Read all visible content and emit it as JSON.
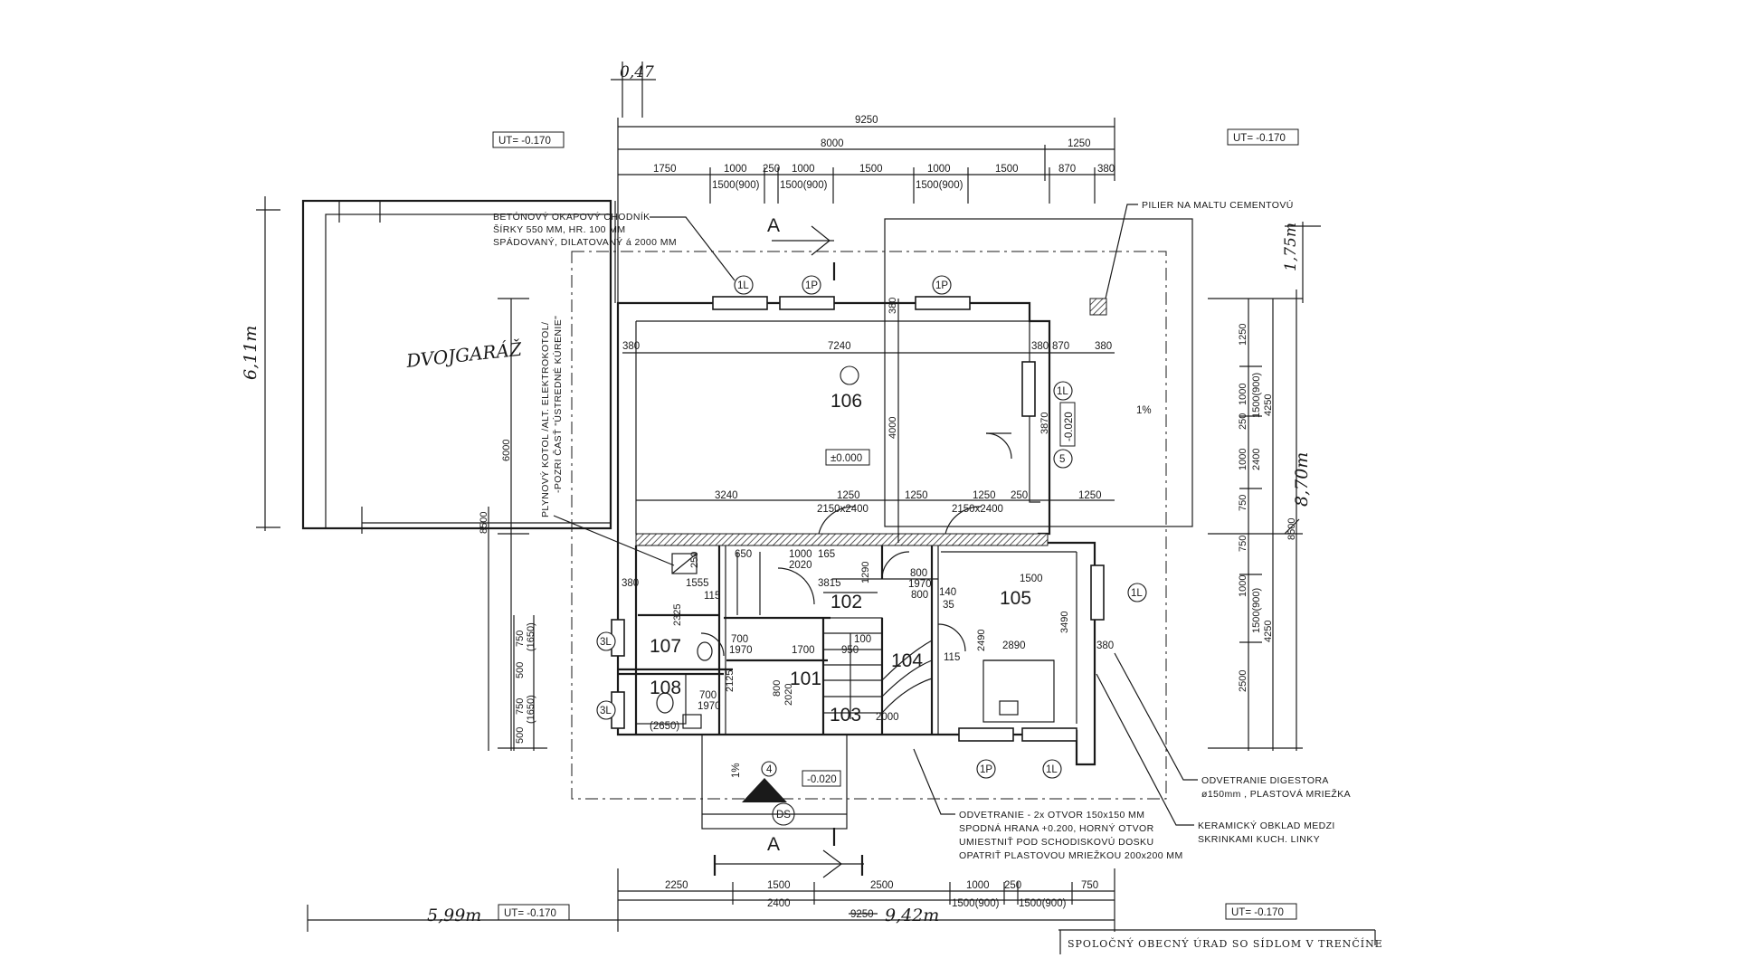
{
  "plan": {
    "levels": {
      "ut_tl": "UT= -0.170",
      "ut_tr": "UT= -0.170",
      "ut_bl": "UT= -0.170",
      "ut_br": "UT= -0.170"
    },
    "hand": {
      "d047": "0,47",
      "d611": "6,11m",
      "d175": "1,75m",
      "d870": "8,70m",
      "d599": "5,99m",
      "d942": "9,42m",
      "garage": "DVOJGARÁŽ"
    },
    "dims_top": {
      "total": "9250",
      "main": "8000",
      "right": "1250",
      "a1": "1750",
      "a2": "1000",
      "a3": "250",
      "a4": "1000",
      "a5": "1500",
      "a6": "1000",
      "a7": "1500",
      "a8": "870",
      "a9": "380",
      "w1": "1500(900)",
      "w2": "1500(900)",
      "w3": "1500(900)"
    },
    "dims_in": {
      "d380a": "380",
      "d7240": "7240",
      "d380b": "380",
      "d870": "870",
      "d380c": "380",
      "d380v": "380",
      "d4000": "4000",
      "d3870": "3870",
      "d3240": "3240",
      "d1250a": "1250",
      "d1250b": "1250",
      "d1250c": "1250",
      "d250": "250",
      "d1250d": "1250",
      "o1": "2150x2400",
      "o2": "2150x2400",
      "d650": "650",
      "d1000": "1000",
      "d165": "165",
      "d2020": "2020",
      "d250b": "250",
      "d1290": "1290",
      "d800": "800",
      "d1970": "1970",
      "d3815": "3815",
      "d115": "115",
      "d1555": "1555",
      "d380d": "380",
      "d2325": "2325",
      "d700": "700",
      "d1970b": "1970",
      "d1700": "1700",
      "d950": "950",
      "d100": "100",
      "d2125": "2125",
      "d700b": "700",
      "d1970c": "1970",
      "d2650": "(2650)",
      "d2000": "2000",
      "d800b": "800",
      "d2020b": "2020",
      "d2490": "2490",
      "d2890": "2890",
      "d1500": "1500",
      "d3490": "3490",
      "d380e": "380",
      "d115b": "115",
      "d800c": "800",
      "d140": "140",
      "d35": "35"
    },
    "dims_right": {
      "r1": "1250",
      "r2": "1000",
      "r3": "1500(900)",
      "r4": "250",
      "r5": "1000",
      "r6": "2400",
      "r7": "750",
      "r8": "750",
      "r9": "1000",
      "r10": "1500(900)",
      "r11": "2500",
      "t1": "4250",
      "t2": "4250",
      "old": "8500"
    },
    "dims_left": {
      "l1": "6000",
      "l2": "8500",
      "l3": "750",
      "l4": "(1650)",
      "l5": "500",
      "l6": "750",
      "l7": "(1650)",
      "l8": "500"
    },
    "dims_bottom": {
      "b1": "2250",
      "b2": "1500",
      "b3": "2500",
      "b4": "1000",
      "b5": "250",
      "b6": "750",
      "b7": "2400",
      "b8": "1500(900)",
      "b9": "1500(900)",
      "old": "9250"
    },
    "rooms": {
      "r106": "106",
      "r105": "105",
      "r102": "102",
      "r107": "107",
      "r101": "101",
      "r108": "108",
      "r103": "103",
      "r104": "104"
    },
    "levels_in": {
      "zero": "±0.000",
      "m020a": "-0.020",
      "m020b": "-0.020",
      "slope_a": "1%",
      "slope_b": "1%"
    },
    "tags": {
      "t1L_a": "1L",
      "t1P_a": "1P",
      "t1P_b": "1P",
      "t1L_b": "1L",
      "t5": "5",
      "t1L_c": "1L",
      "t3L_a": "3L",
      "t3L_b": "3L",
      "t1P_c": "1P",
      "t1L_d": "1L",
      "t4": "4",
      "tDS": "DS"
    },
    "section": {
      "a_top": "A",
      "a_bottom": "A"
    },
    "notes": {
      "gutter": [
        "BETÓNOVÝ OKAPOVÝ CHODNÍK",
        "ŠÍRKY 550 MM, HR. 100 MM",
        "SPÁDOVANÝ, DILATOVANÝ á 2000 MM"
      ],
      "pilier": "PILIER NA MALTU CEMENTOVÚ",
      "kotol": [
        "PLYNOVÝ KOTOL /ALT. ELEKTROKOTOL/",
        "-POZRI ČASŤ \"ÚSTREDNÉ KÚRENIE\""
      ],
      "digestor": [
        "ODVETRANIE DIGESTORA",
        "ø150mm , PLASTOVÁ MRIEŽKA"
      ],
      "obklad": [
        "KERAMICKÝ OBKLAD MEDZI",
        "SKRINKAMI KUCH. LINKY"
      ],
      "vent": [
        "ODVETRANIE - 2x OTVOR 150x150 MM",
        "SPODNÁ HRANA +0.200, HORNÝ OTVOR",
        "UMIESTNIŤ POD SCHODISKOVÚ DOSKU",
        "OPATRIŤ PLASTOVOU MRIEŽKOU 200x200 MM"
      ]
    },
    "stamp": "SPOLOČNÝ OBECNÝ ÚRAD SO SÍDLOM V TRENČÍNE"
  }
}
